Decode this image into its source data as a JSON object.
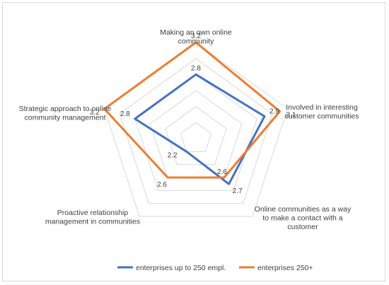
{
  "chart_data": {
    "type": "radar",
    "title": "",
    "axes": [
      [
        "Making an own online",
        "community"
      ],
      [
        "Involved in interesting",
        "customer communities"
      ],
      [
        "Online communities as a way",
        "to make a contact with a",
        "customer"
      ],
      [
        "Proactive relationship",
        "management in communities"
      ],
      [
        "Strategic approach to online",
        "community management"
      ]
    ],
    "range": [
      2,
      3.2
    ],
    "ring_step": 0.2,
    "grid": true,
    "legend_position": "bottom",
    "series": [
      {
        "name": "enterprises up to 250 empl.",
        "color": "#4472C4",
        "values": [
          2.8,
          2.9,
          2.7,
          2.2,
          2.8
        ],
        "labels": [
          "2.8",
          "2.9",
          "2.7",
          "2.2",
          "2.8"
        ]
      },
      {
        "name": "enterprises 250+",
        "color": "#ED7D31",
        "values": [
          3.2,
          3.1,
          2.6,
          2.6,
          3.2
        ],
        "labels": [
          "3.2",
          "3.1",
          "2.6",
          "2.6",
          "3.2"
        ]
      }
    ]
  }
}
